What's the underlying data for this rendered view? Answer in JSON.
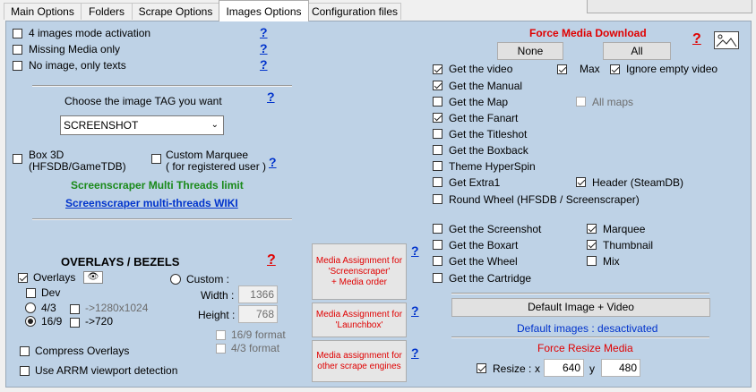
{
  "tabs": [
    "Main Options",
    "Folders",
    "Scrape Options",
    "Images Options",
    "Configuration files"
  ],
  "left": {
    "four_images": "4 images mode activation",
    "missing_media": "Missing Media only",
    "no_image": "No image, only texts",
    "help": "?",
    "choose_tag": "Choose the image TAG you want",
    "tag_selected": "SCREENSHOT",
    "box3d_line1": "Box 3D",
    "box3d_line2": "(HFSDB/GameTDB)",
    "custom_marquee_line1": "Custom Marquee",
    "custom_marquee_line2": "( for registered user )",
    "threads_limit": "Screenscraper Multi Threads limit",
    "threads_wiki": "Screenscraper multi-threads WIKI"
  },
  "overlays": {
    "title": "OVERLAYS / BEZELS",
    "help_red": "?",
    "overlays": "Overlays",
    "dev": "Dev",
    "ratio_43": "4/3",
    "ratio_169": "16/9",
    "res_1280": "->1280x1024",
    "res_720": "->720",
    "custom": "Custom :",
    "width_label": "Width :",
    "width_value": "1366",
    "height_label": "Height :",
    "height_value": "768",
    "fmt_169": "16/9 format",
    "fmt_43": "4/3 format",
    "compress": "Compress Overlays",
    "arrm_viewport": "Use ARRM viewport detection"
  },
  "assign": {
    "screenscraper": [
      "Media Assignment for",
      "'Screenscraper'",
      "+ Media order"
    ],
    "launchbox": [
      "Media Assignment for",
      "'Launchbox'"
    ],
    "other": [
      "Media assignment for",
      "other scrape engines"
    ]
  },
  "right": {
    "force_title": "Force Media Download",
    "none": "None",
    "all": "All",
    "video": "Get the video",
    "max": "Max",
    "ignore_empty": "Ignore empty video",
    "manual": "Get the Manual",
    "map": "Get the Map",
    "all_maps": "All maps",
    "fanart": "Get the Fanart",
    "titleshot": "Get the Titleshot",
    "boxback": "Get the Boxback",
    "hyperspin": "Theme HyperSpin",
    "extra1": "Get Extra1",
    "header": "Header (SteamDB)",
    "round_wheel": "Round Wheel (HFSDB / Screenscraper)",
    "screenshot": "Get the Screenshot",
    "marquee": "Marquee",
    "boxart": "Get the Boxart",
    "thumbnail": "Thumbnail",
    "wheel": "Get the Wheel",
    "mix": "Mix",
    "cartridge": "Get the Cartridge",
    "default_btn": "Default Image + Video",
    "default_status": "Default images : desactivated",
    "force_resize": "Force Resize Media",
    "resize": "Resize :",
    "x_label": "x",
    "x_value": "640",
    "y_label": "y",
    "y_value": "480"
  },
  "colors": {
    "panel": "#bed2e6",
    "accent_red": "#e00000",
    "link_blue": "#0033cc",
    "green": "#1a8a1a"
  }
}
